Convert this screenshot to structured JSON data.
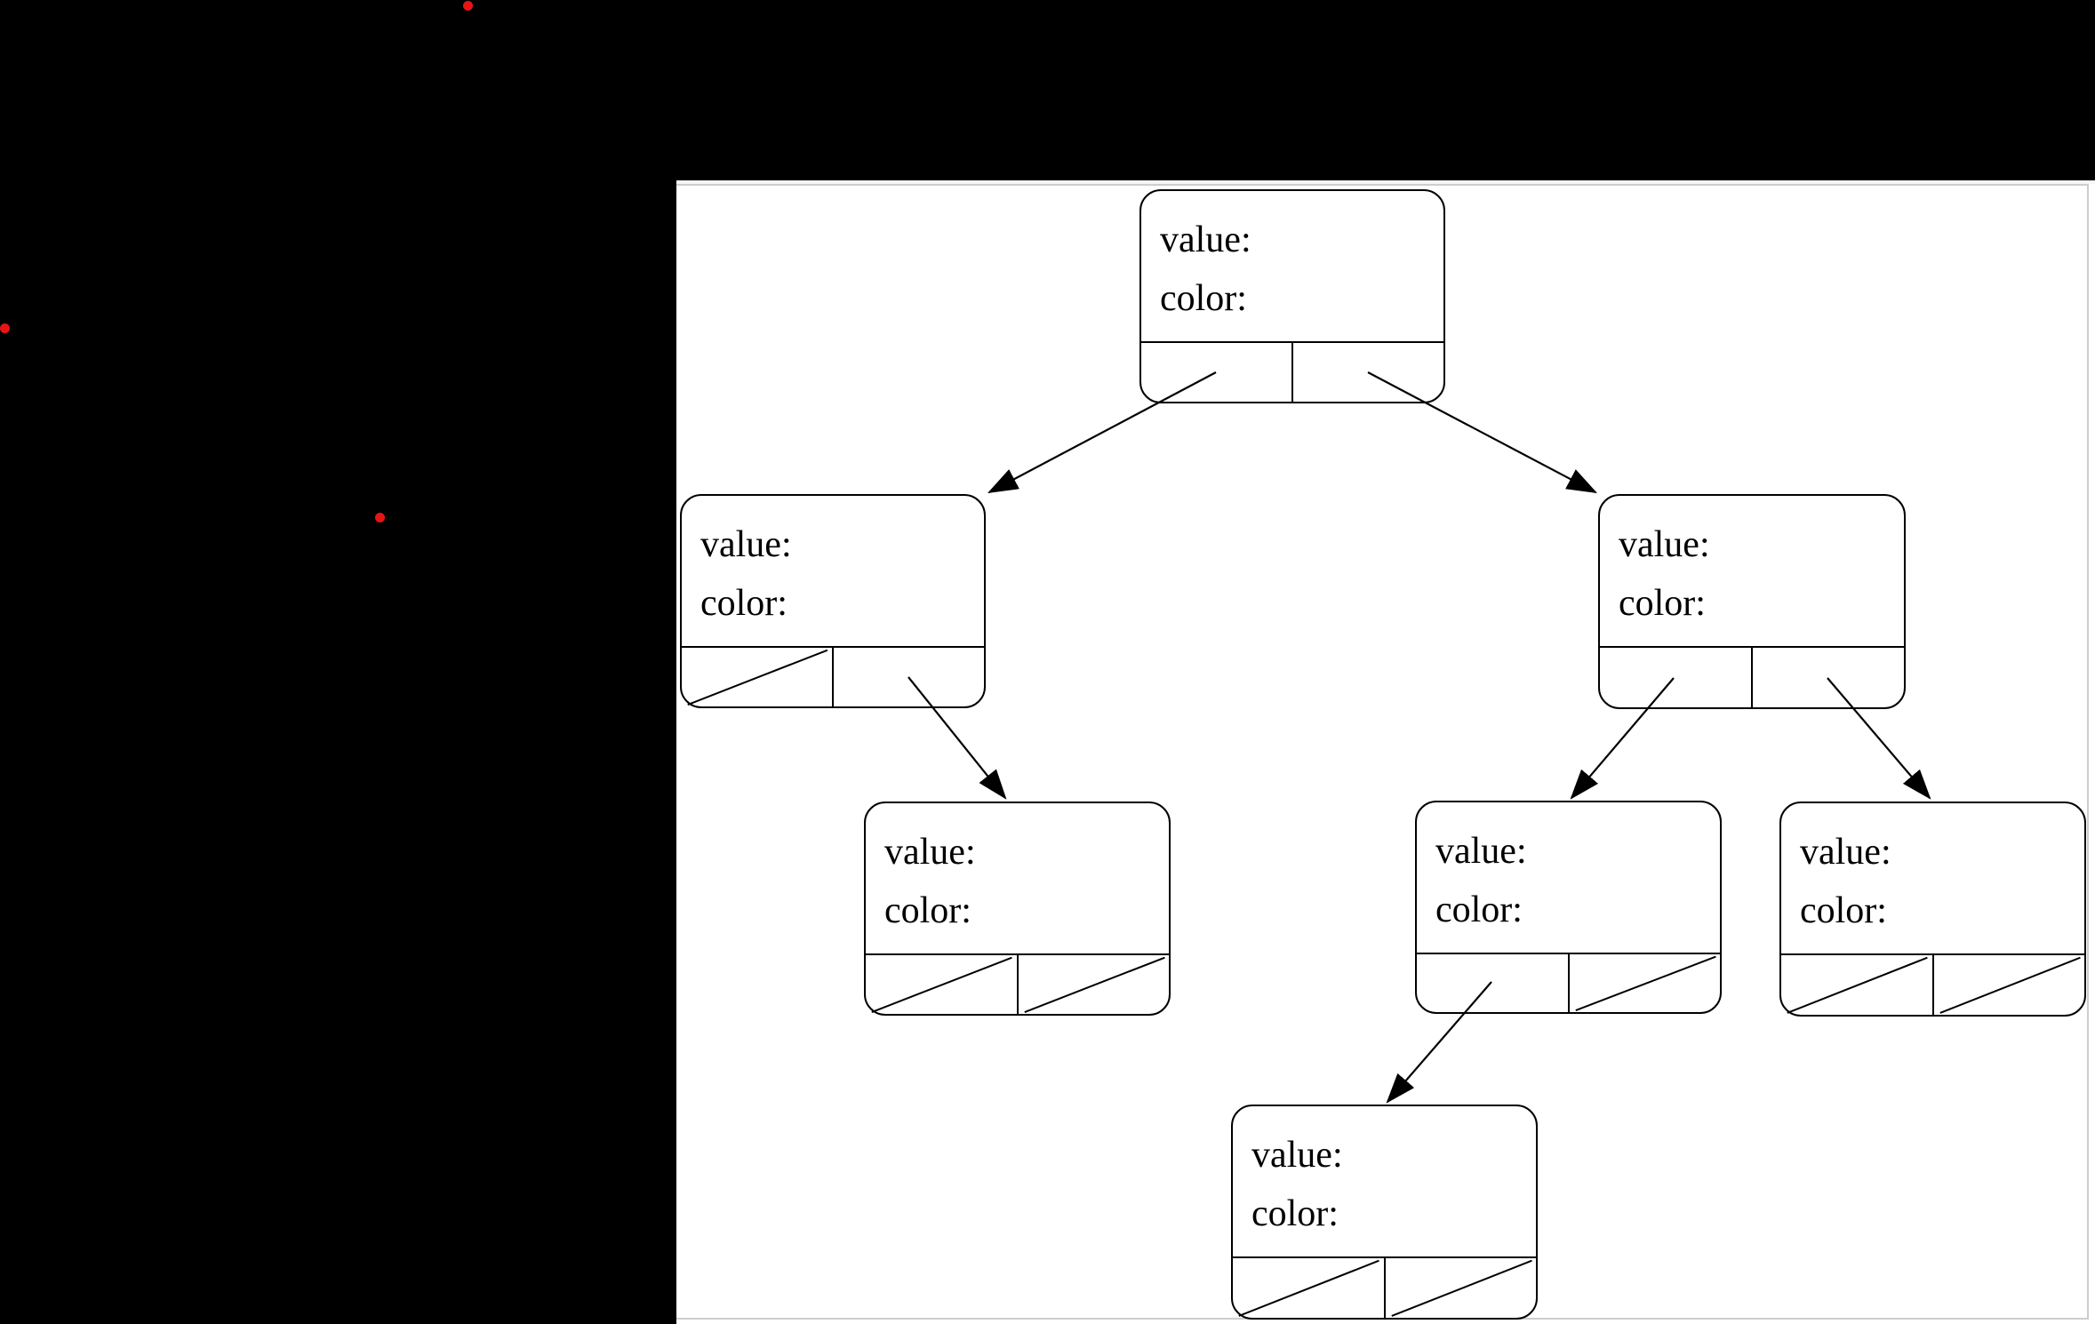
{
  "scene": {
    "background_color": "#000000",
    "panel_color": "#ffffff",
    "panel_border_color": "#cdcdcd",
    "line_color": "#000000",
    "marker_color": "#e81414"
  },
  "markers": {
    "count": 3,
    "description": "small red dots on black background"
  },
  "diagram": {
    "type": "binary-tree",
    "node_field_labels": [
      "value:",
      "color:"
    ],
    "nodes": [
      {
        "id": "root",
        "value_label": "value:",
        "color_label": "color:",
        "left": "left-child",
        "right": "right-child"
      },
      {
        "id": "left-child",
        "value_label": "value:",
        "color_label": "color:",
        "left": null,
        "right": "left-right-child"
      },
      {
        "id": "right-child",
        "value_label": "value:",
        "color_label": "color:",
        "left": "right-left-child",
        "right": "right-right-child"
      },
      {
        "id": "left-right-child",
        "value_label": "value:",
        "color_label": "color:",
        "left": null,
        "right": null
      },
      {
        "id": "right-left-child",
        "value_label": "value:",
        "color_label": "color:",
        "left": "right-left-left-child",
        "right": null
      },
      {
        "id": "right-right-child",
        "value_label": "value:",
        "color_label": "color:",
        "left": null,
        "right": null
      },
      {
        "id": "right-left-left-child",
        "value_label": "value:",
        "color_label": "color:",
        "left": null,
        "right": null
      }
    ]
  }
}
